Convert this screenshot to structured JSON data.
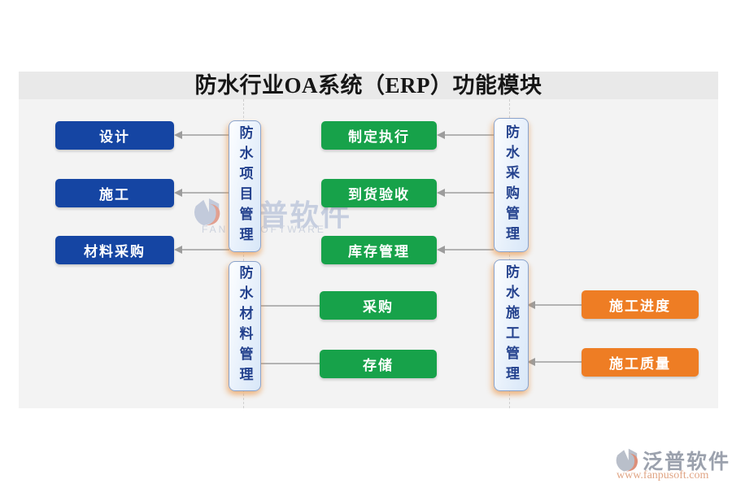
{
  "title": "防水行业OA系统（ERP）功能模块",
  "palette": {
    "blue_node": "#1545a3",
    "green_node": "#17a24a",
    "orange_node": "#ee7d24",
    "module_text": "#24428e",
    "canvas_bg": "#f3f3f3",
    "title_band_bg": "#e9e9e9"
  },
  "modules": {
    "project": {
      "label": "防水项目管理",
      "children": [
        "设计",
        "施工",
        "材料采购"
      ]
    },
    "purchase": {
      "label": "防水采购管理",
      "children": [
        "制定执行",
        "到货验收",
        "库存管理"
      ]
    },
    "material": {
      "label": "防水材料管理",
      "children": [
        "采购",
        "存储"
      ]
    },
    "construction": {
      "label": "防水施工管理",
      "children": [
        "施工进度",
        "施工质量"
      ]
    }
  },
  "watermark": {
    "name": "泛普软件",
    "caption": "FANPU SOFTWARE"
  },
  "brand": {
    "name": "泛普软件",
    "site": "www.fanpusoft.com"
  }
}
